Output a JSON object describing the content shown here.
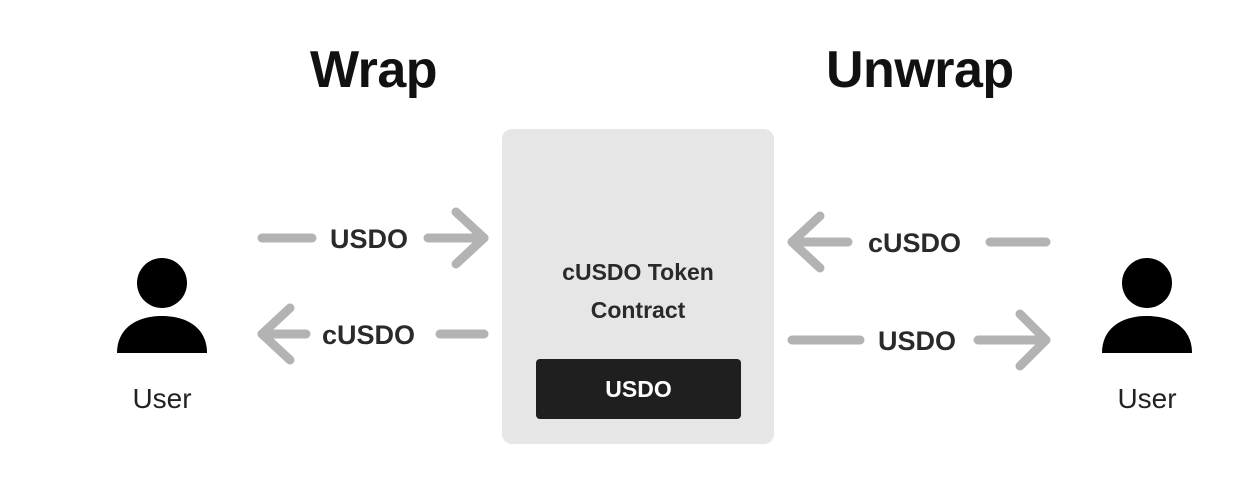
{
  "headings": {
    "left": "Wrap",
    "right": "Unwrap"
  },
  "contract": {
    "title_line1": "cUSDO Token",
    "title_line2": "Contract",
    "inner_token": "USDO"
  },
  "flows": {
    "wrap_in": "USDO",
    "wrap_out": "cUSDO",
    "unwrap_in": "cUSDO",
    "unwrap_out": "USDO"
  },
  "users": {
    "left": "User",
    "right": "User"
  },
  "colors": {
    "arrow": "#b3b3b3",
    "box": "#e6e6e6",
    "token": "#1f1f1f",
    "icon": "#000000"
  }
}
